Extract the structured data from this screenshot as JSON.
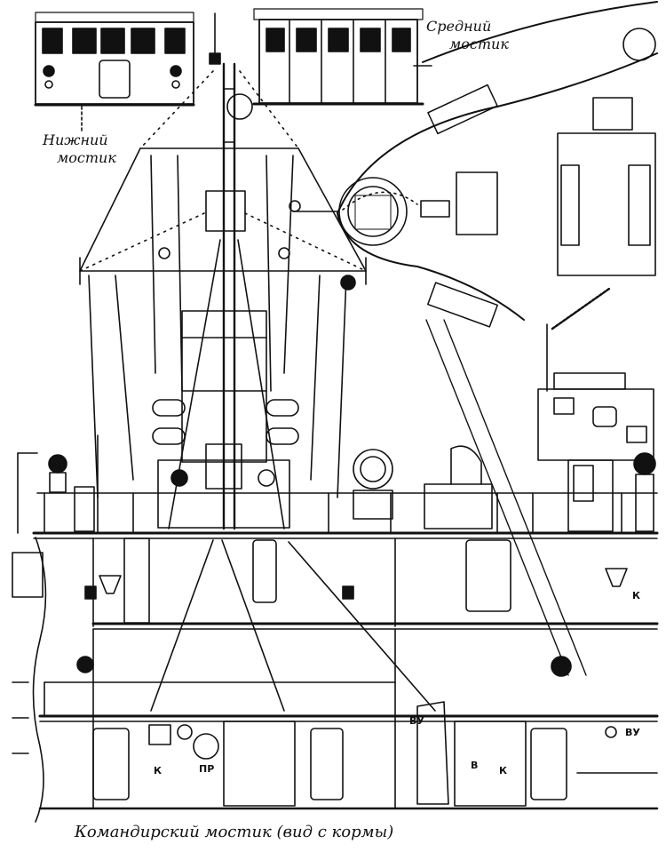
{
  "labels": {
    "middle_bridge_line1": "Средний",
    "middle_bridge_line2": "мостик",
    "lower_bridge_line1": "Нижний",
    "lower_bridge_line2": "мостик",
    "caption": "Командирский мостик (вид с кормы)"
  },
  "markers": {
    "k_left": "К",
    "pr": "ПР",
    "k_right_deck": "К",
    "vu_left": "ВУ",
    "v": "В",
    "k_center": "К",
    "vu_right": "ВУ"
  }
}
